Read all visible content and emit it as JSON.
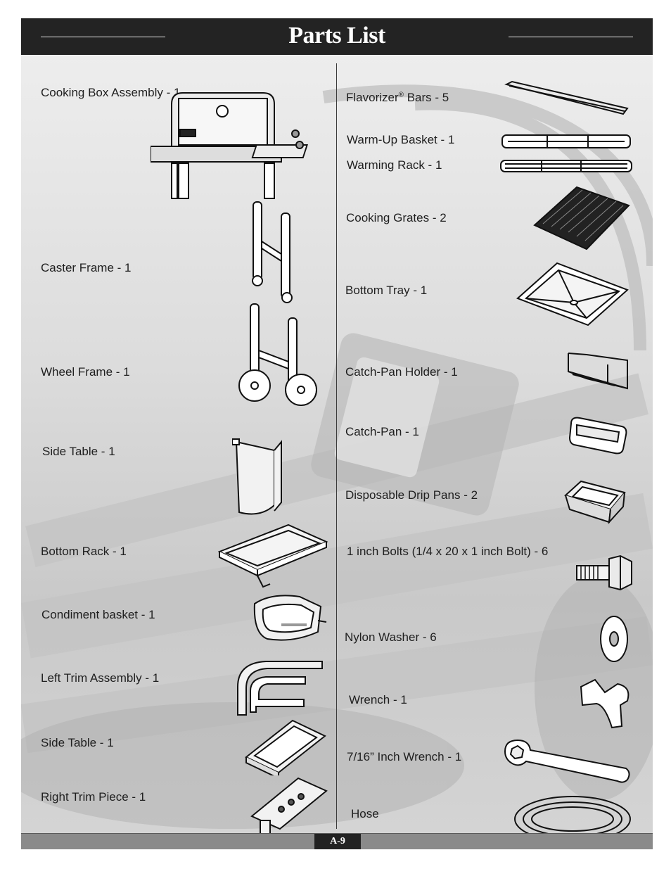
{
  "header": {
    "title": "Parts List"
  },
  "left_parts": [
    {
      "label": "Cooking Box Assembly - 1",
      "icon": "grill-icon"
    },
    {
      "label": "Caster Frame - 1",
      "icon": "caster-frame-icon"
    },
    {
      "label": "Wheel Frame - 1",
      "icon": "wheel-frame-icon"
    },
    {
      "label": "Side Table - 1",
      "icon": "side-table-icon"
    },
    {
      "label": "Bottom Rack - 1",
      "icon": "bottom-rack-icon"
    },
    {
      "label": "Condiment basket - 1",
      "icon": "condiment-basket-icon"
    },
    {
      "label": "Left Trim Assembly - 1",
      "icon": "left-trim-icon"
    },
    {
      "label": "Side Table - 1",
      "icon": "side-table-2-icon"
    },
    {
      "label": "Right Trim Piece - 1",
      "icon": "right-trim-icon"
    }
  ],
  "right_parts": [
    {
      "label_pre": "Flavorizer",
      "label_sup": "®",
      "label_post": " Bars - 5",
      "icon": "flavorizer-bar-icon"
    },
    {
      "label": "Warm-Up Basket - 1",
      "icon": "warm-up-basket-icon"
    },
    {
      "label": "Warming Rack - 1",
      "icon": "warming-rack-icon"
    },
    {
      "label": "Cooking Grates - 2",
      "icon": "cooking-grate-icon"
    },
    {
      "label": "Bottom Tray - 1",
      "icon": "bottom-tray-icon"
    },
    {
      "label": "Catch-Pan Holder - 1",
      "icon": "catch-pan-holder-icon"
    },
    {
      "label": "Catch-Pan - 1",
      "icon": "catch-pan-icon"
    },
    {
      "label": "Disposable Drip Pans - 2",
      "icon": "drip-pan-icon"
    },
    {
      "label": "1 inch Bolts (1/4 x 20 x 1 inch Bolt) - 6",
      "icon": "bolt-icon"
    },
    {
      "label": "Nylon Washer - 6",
      "icon": "washer-icon"
    },
    {
      "label": "Wrench - 1",
      "icon": "wrench-icon"
    },
    {
      "label": "7/16” Inch Wrench - 1",
      "icon": "inch-wrench-icon"
    },
    {
      "label": "Hose",
      "icon": "hose-icon"
    }
  ],
  "footer": {
    "page_number": "A-9"
  }
}
